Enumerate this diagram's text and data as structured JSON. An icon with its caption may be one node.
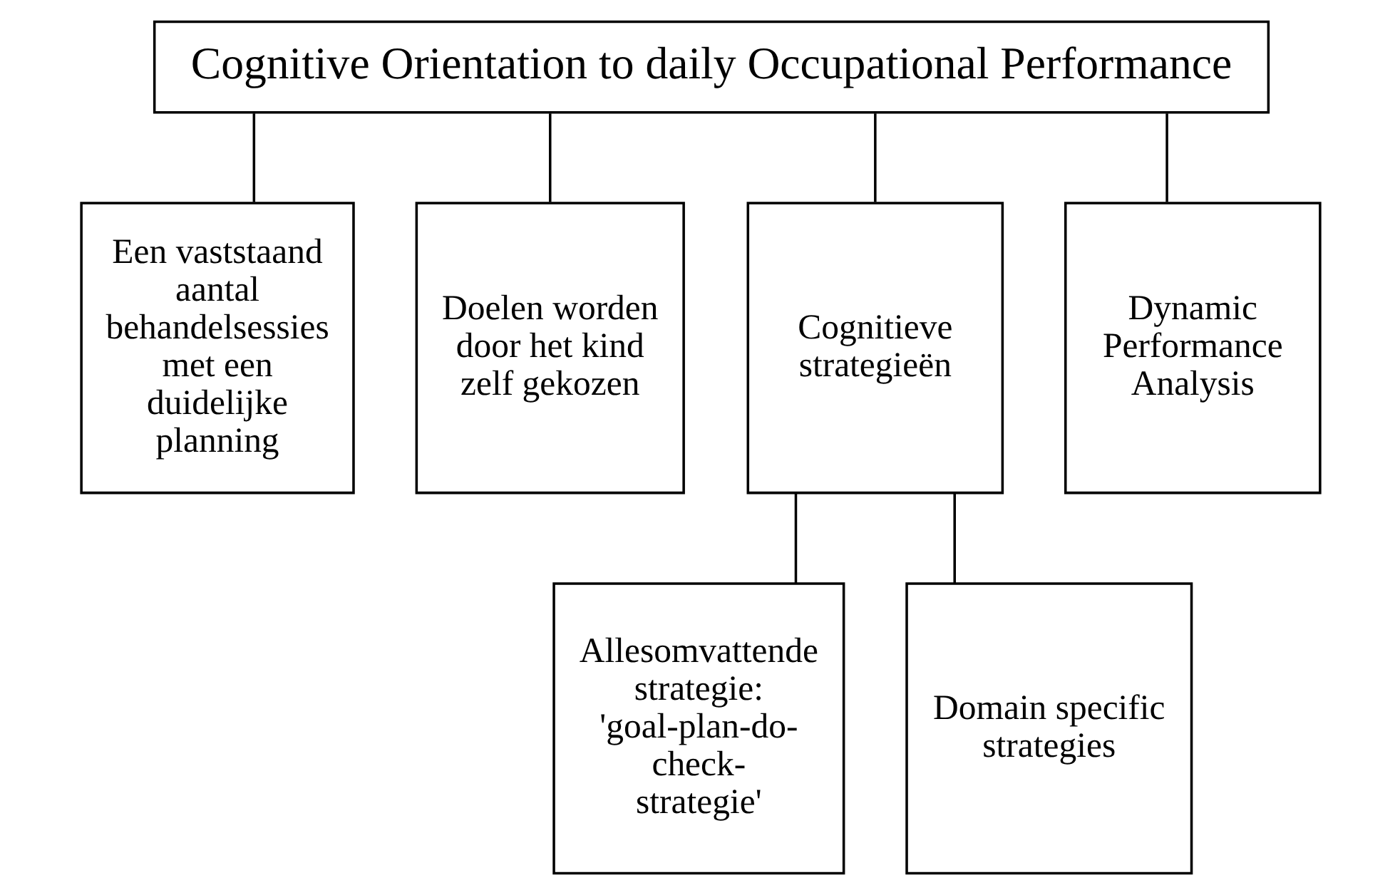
{
  "diagram": {
    "nodes": [
      {
        "text": [
          "Cognitive Orientation to daily Occupational Performance"
        ]
      },
      {
        "text": [
          "Een vaststaand aantal behandelsessies met een duidelijke planning"
        ]
      },
      {
        "text": [
          "Doelen worden door het kind zelf gekozen"
        ]
      },
      {
        "text": [
          "Cognitieve strategieën"
        ]
      },
      {
        "text": [
          "Dynamic Performance Analysis"
        ]
      },
      {
        "text": [
          "Allesomvattende strategie: 'goal-plan-do- check- strategie'"
        ]
      },
      {
        "text": [
          "Domain specific strategies"
        ]
      }
    ],
    "edges": [
      {
        "from": 0,
        "to": 1,
        "arrow": "none"
      },
      {
        "from": 0,
        "to": 2,
        "arrow": "none"
      },
      {
        "from": 0,
        "to": 3,
        "arrow": "none"
      },
      {
        "from": 0,
        "to": 4,
        "arrow": "none"
      },
      {
        "from": 3,
        "to": 5,
        "arrow": "none"
      },
      {
        "from": 3,
        "to": 6,
        "arrow": "none"
      }
    ]
  }
}
